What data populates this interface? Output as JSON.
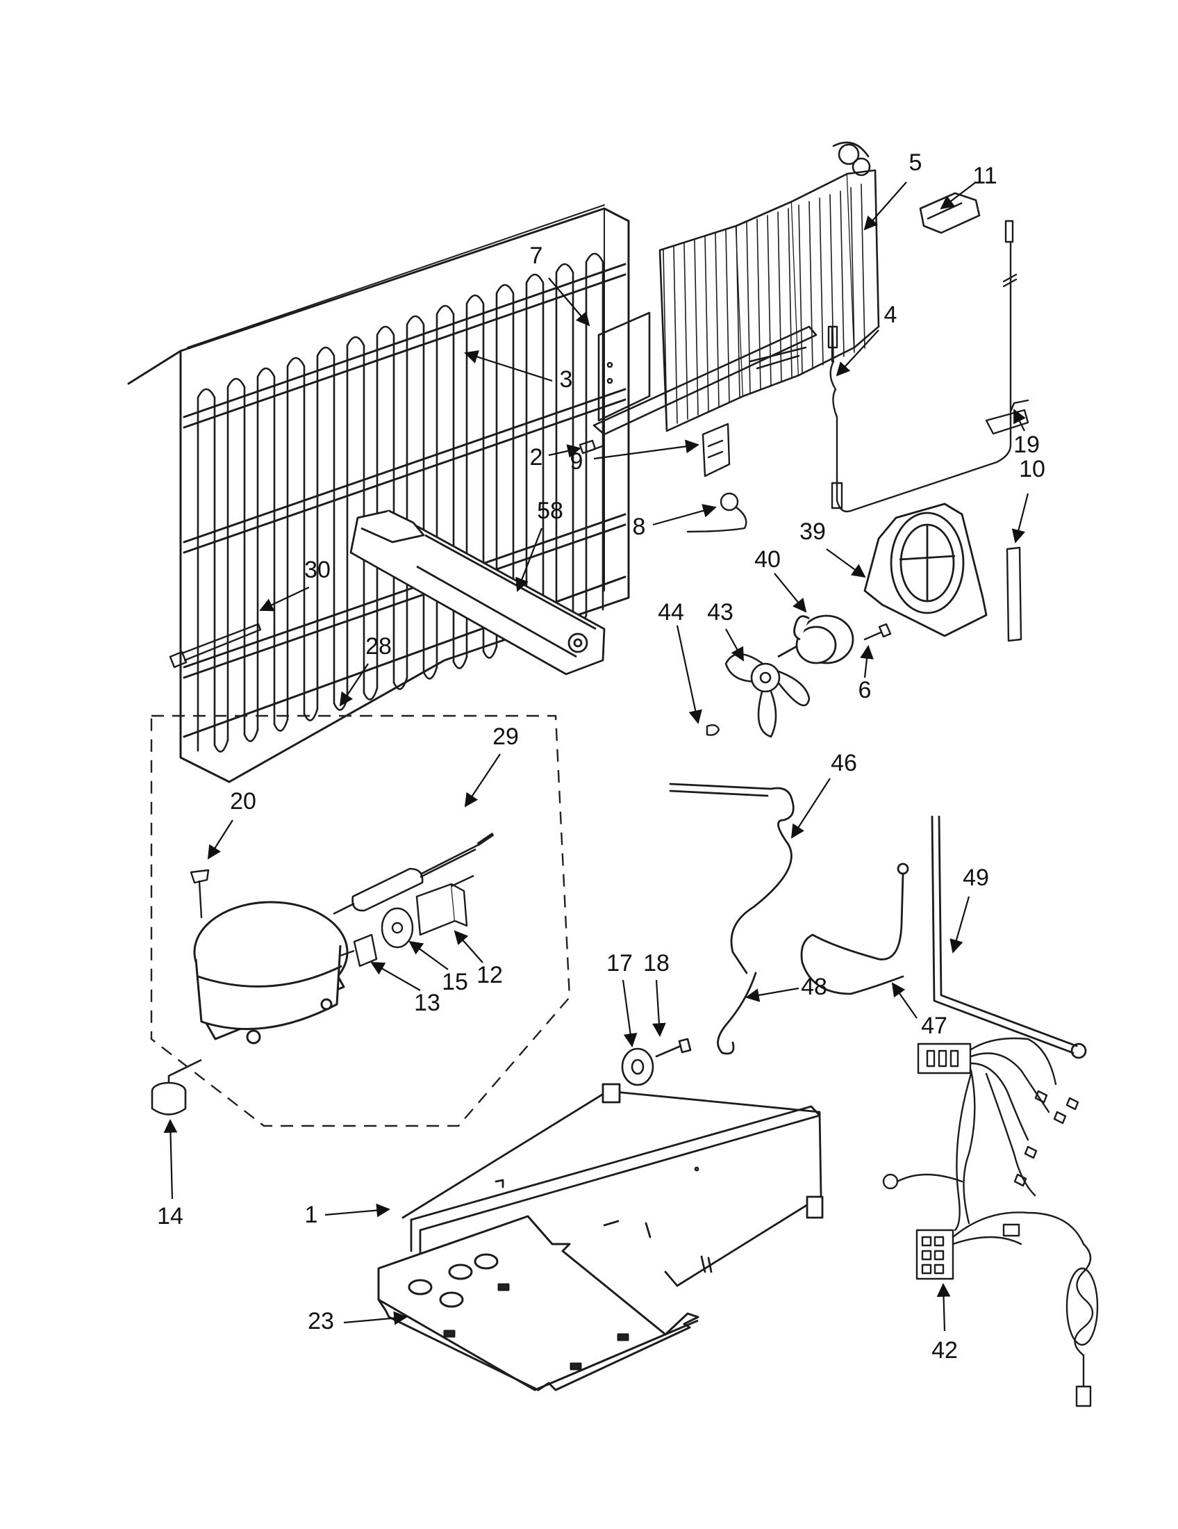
{
  "diagram": {
    "callouts": [
      "1",
      "2",
      "3",
      "4",
      "5",
      "6",
      "7",
      "8",
      "9",
      "10",
      "11",
      "12",
      "13",
      "14",
      "15",
      "17",
      "18",
      "19",
      "20",
      "23",
      "28",
      "29",
      "30",
      "39",
      "40",
      "42",
      "43",
      "44",
      "46",
      "47",
      "48",
      "49",
      "58"
    ]
  }
}
